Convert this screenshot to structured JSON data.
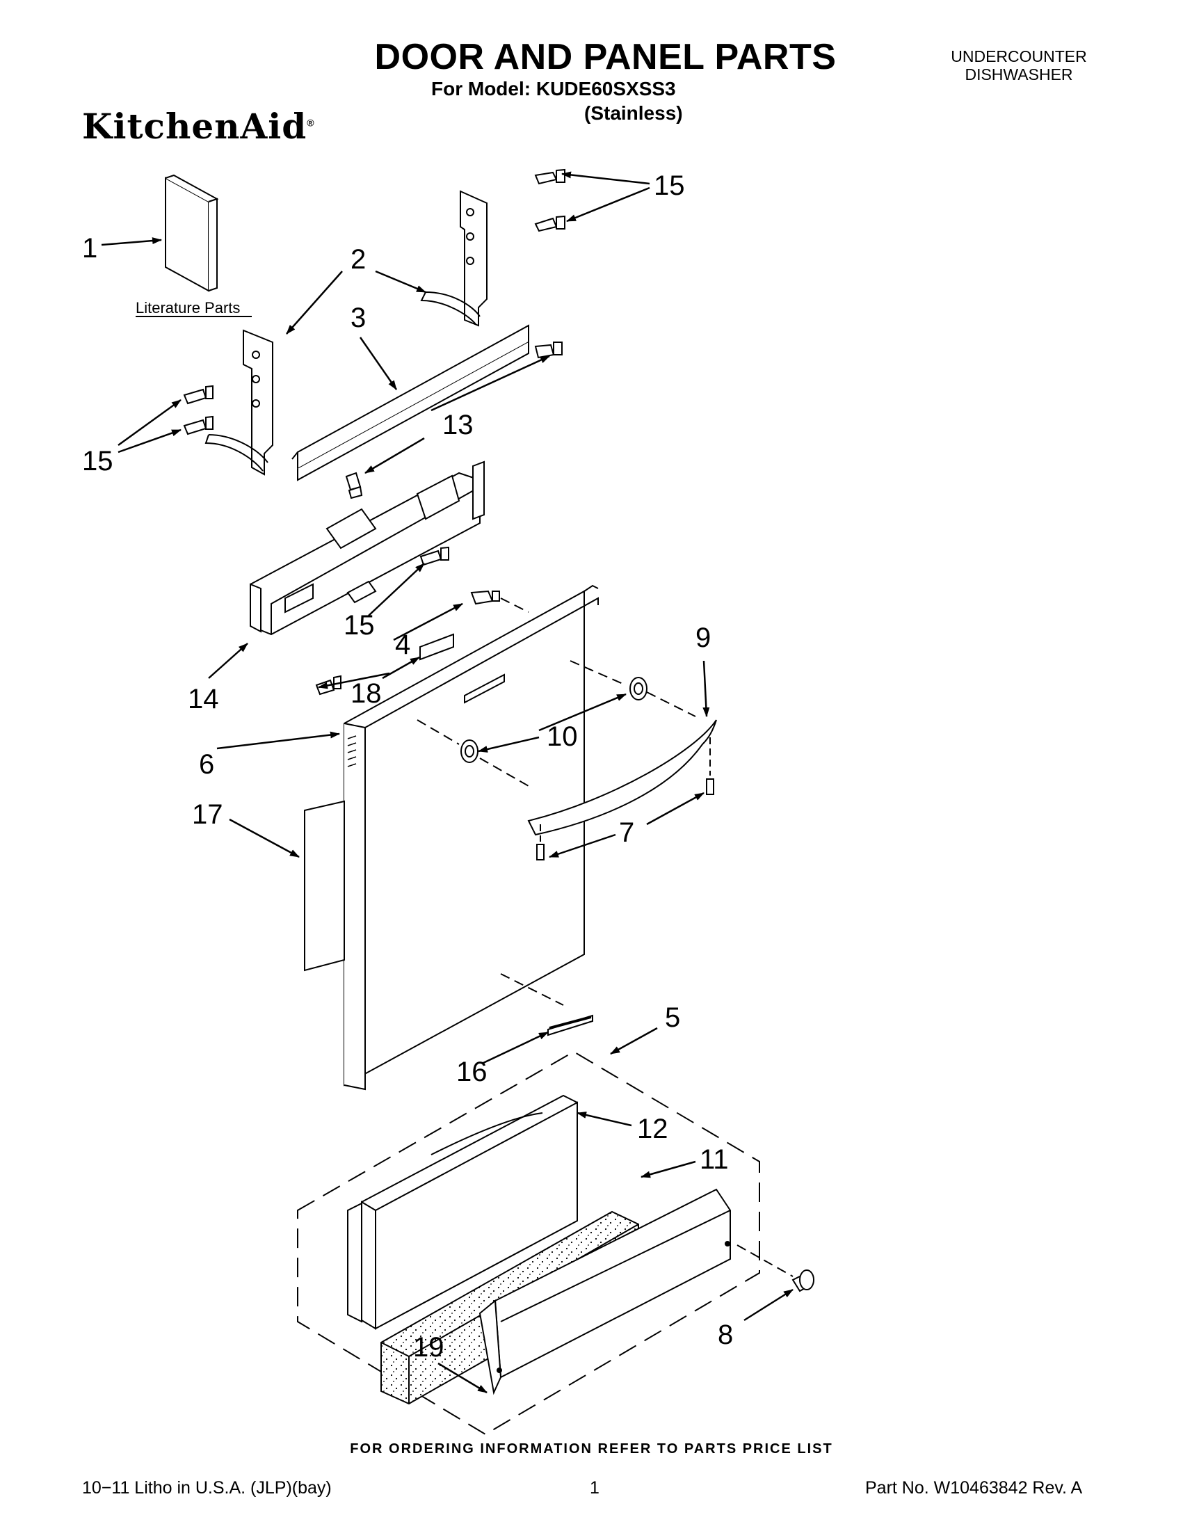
{
  "header": {
    "title": "DOOR AND PANEL PARTS",
    "model_line": "For Model: KUDE60SXSS3",
    "variant": "(Stainless)",
    "category_line1": "UNDERCOUNTER",
    "category_line2": "DISHWASHER",
    "brand": "KitchenAid",
    "brand_mark": "®"
  },
  "diagram": {
    "literature_label": "Literature Parts",
    "callouts": [
      "1",
      "2",
      "3",
      "13",
      "15",
      "15",
      "15",
      "14",
      "4",
      "18",
      "9",
      "10",
      "6",
      "7",
      "17",
      "16",
      "5",
      "12",
      "11",
      "8",
      "19"
    ]
  },
  "footer": {
    "ordering_note": "FOR ORDERING INFORMATION REFER TO PARTS PRICE LIST",
    "litho": "10−11 Litho in U.S.A. (JLP)(bay)",
    "page_number": "1",
    "part_number": "Part No. W10463842 Rev. A"
  }
}
